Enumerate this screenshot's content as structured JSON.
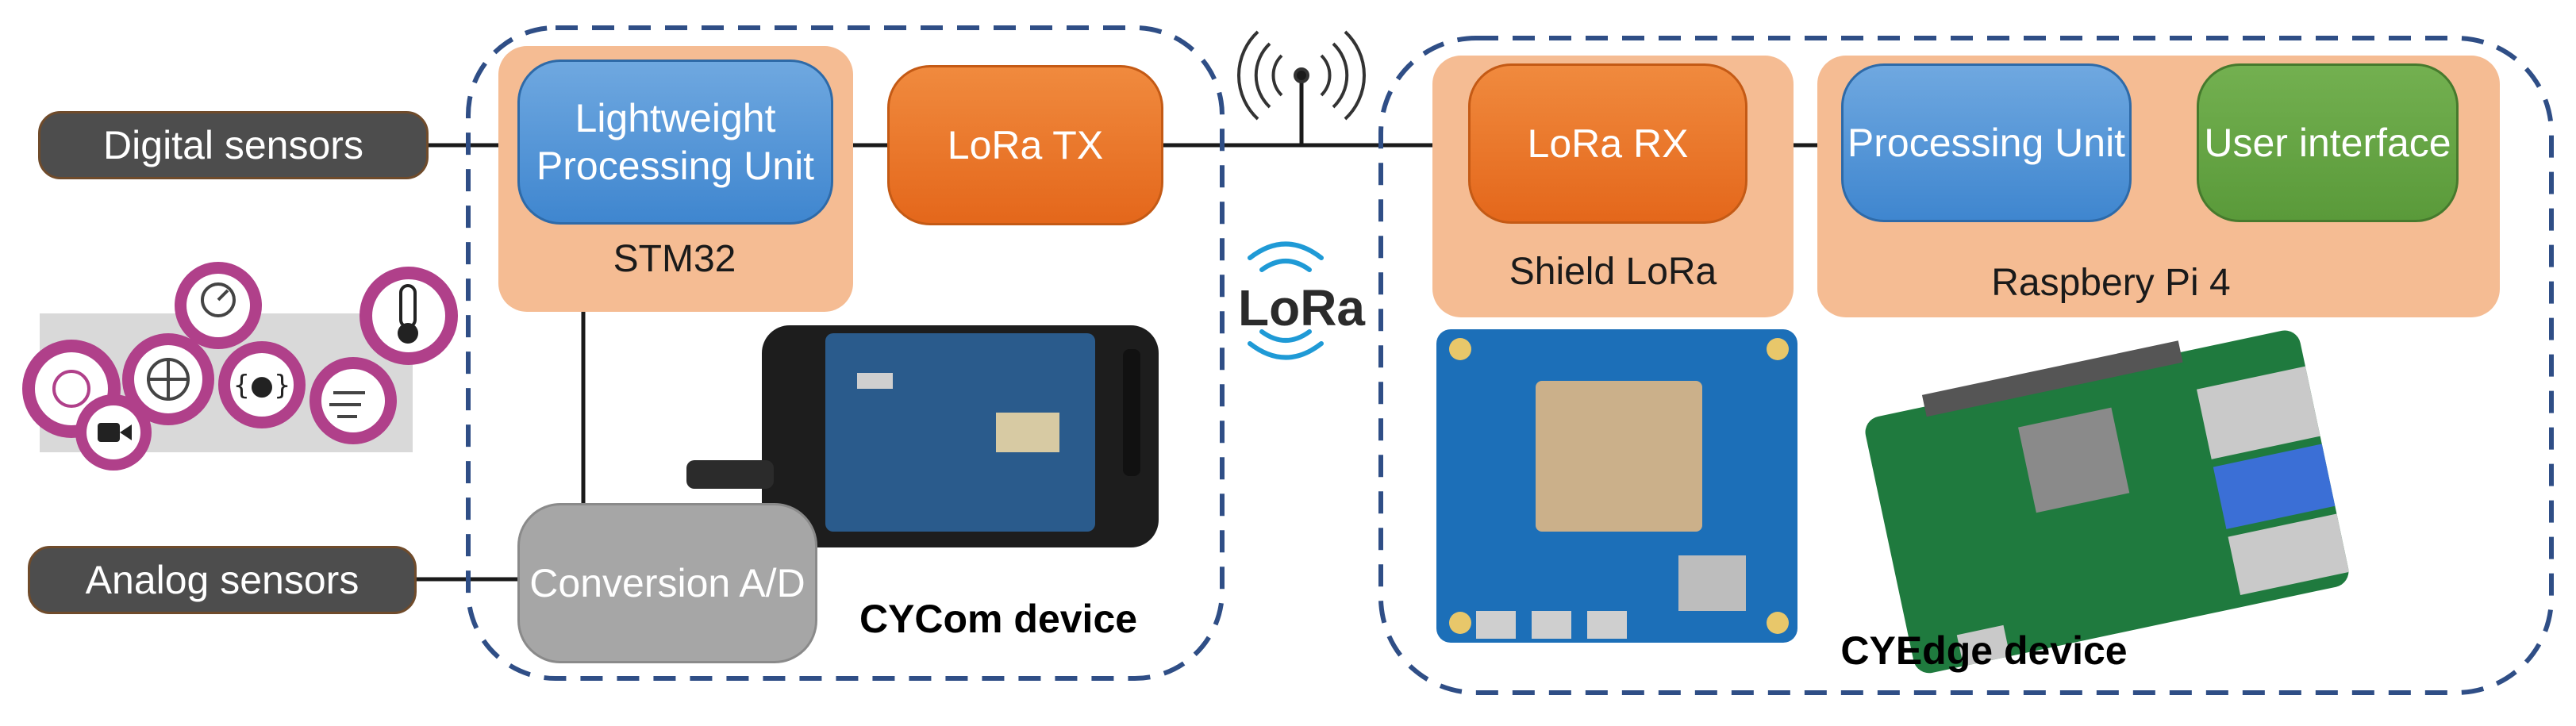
{
  "inputs": {
    "digital": "Digital sensors",
    "analog": "Analog sensors"
  },
  "cycom": {
    "processing": "Lightweight Processing Unit",
    "mcu": "STM32",
    "lora_tx": "LoRa TX",
    "conversion": "Conversion A/D",
    "device_name": "CYCom device"
  },
  "link": {
    "logo_text": "LoRa"
  },
  "cyedge": {
    "lora_rx": "LoRa RX",
    "shield": "Shield LoRa",
    "processing": "Processing Unit",
    "ui": "User interface",
    "board": "Raspbery Pi 4",
    "device_name": "CYEdge device"
  },
  "colors": {
    "border_blue": "#2f4e86",
    "panel_peach": "#f5bc93",
    "box_blue": "#4a8fd6",
    "box_orange": "#ea7328",
    "box_green": "#62a444",
    "box_gray": "#a6a6a6",
    "sensor_icons": "#b0408a",
    "lora_blue": "#1f9ad6"
  },
  "icons": [
    "eye-sensor-icon",
    "camera-icon",
    "gyroscope-icon",
    "pressure-gauge-icon",
    "vibration-icon",
    "airflow-icon",
    "thermometer-icon",
    "antenna-icon"
  ]
}
